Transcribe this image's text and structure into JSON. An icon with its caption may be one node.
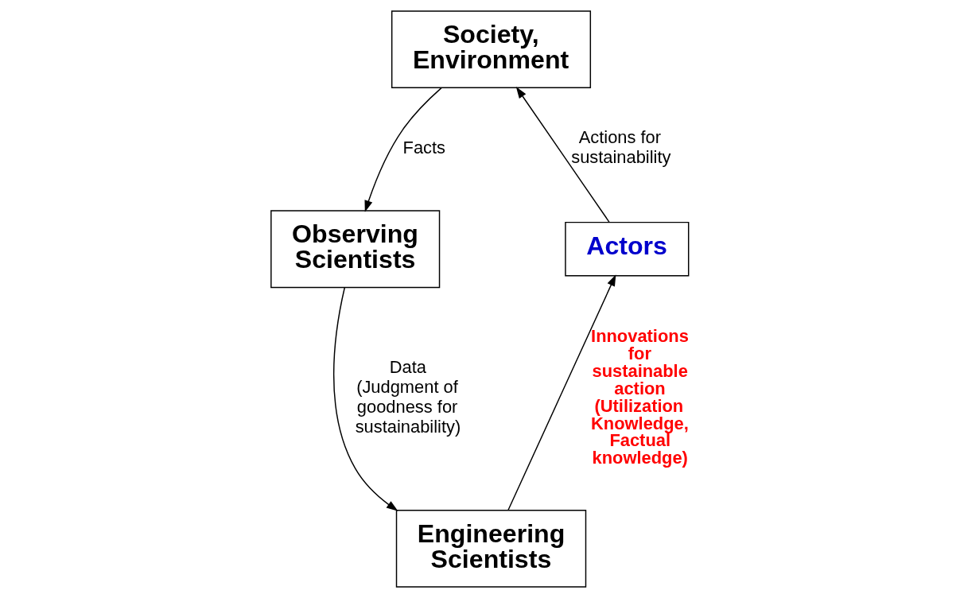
{
  "diagram": {
    "nodes": [
      {
        "text": [
          "Society, Environment"
        ]
      },
      {
        "text": [
          "Observing Scientists"
        ]
      },
      {
        "text": [
          "Engineering Scientists"
        ]
      },
      {
        "text": [
          "Actors"
        ]
      }
    ],
    "edges": [
      {
        "from": 0,
        "to": 1,
        "arrow": "to",
        "label": "Facts"
      },
      {
        "from": 1,
        "to": 2,
        "arrow": "to",
        "label": "Data (Judgment of goodness for sustainability)"
      },
      {
        "from": 2,
        "to": 3,
        "arrow": "to",
        "label": "Innovations for sustainable action (Utilization Knowledge, Factual knowledge)"
      },
      {
        "from": 3,
        "to": 0,
        "arrow": "to",
        "label": "Actions for sustainability"
      }
    ]
  }
}
